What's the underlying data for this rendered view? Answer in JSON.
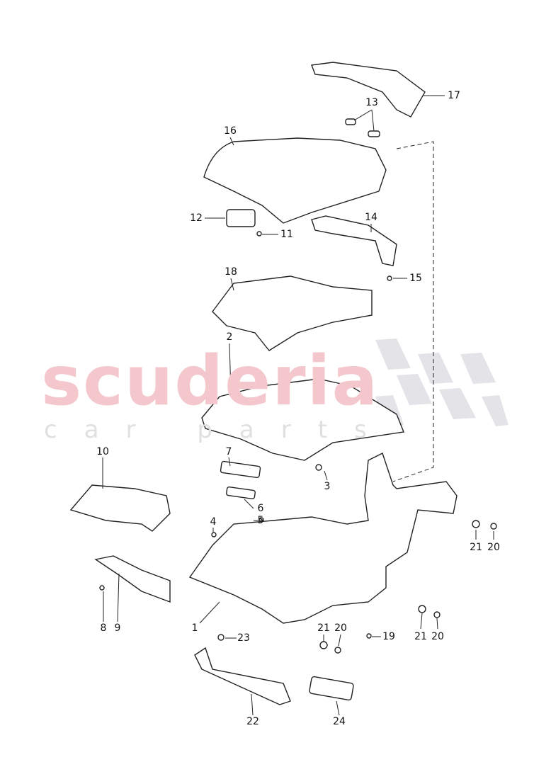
{
  "watermark": {
    "brand": "scuderia",
    "tagline": "car parts",
    "color": "#f3c7cb"
  },
  "labels": [
    {
      "id": "17",
      "text": "17"
    },
    {
      "id": "13",
      "text": "13"
    },
    {
      "id": "16",
      "text": "16"
    },
    {
      "id": "12",
      "text": "12"
    },
    {
      "id": "11",
      "text": "11"
    },
    {
      "id": "14",
      "text": "14"
    },
    {
      "id": "15",
      "text": "15"
    },
    {
      "id": "18",
      "text": "18"
    },
    {
      "id": "2",
      "text": "2"
    },
    {
      "id": "3",
      "text": "3"
    },
    {
      "id": "10",
      "text": "10"
    },
    {
      "id": "7",
      "text": "7"
    },
    {
      "id": "6",
      "text": "6"
    },
    {
      "id": "5",
      "text": "5"
    },
    {
      "id": "4",
      "text": "4"
    },
    {
      "id": "21a",
      "text": "21"
    },
    {
      "id": "20a",
      "text": "20"
    },
    {
      "id": "1",
      "text": "1"
    },
    {
      "id": "8",
      "text": "8"
    },
    {
      "id": "9",
      "text": "9"
    },
    {
      "id": "23",
      "text": "23"
    },
    {
      "id": "21b",
      "text": "21"
    },
    {
      "id": "20b",
      "text": "20"
    },
    {
      "id": "19",
      "text": "19"
    },
    {
      "id": "21c",
      "text": "21"
    },
    {
      "id": "20c",
      "text": "20"
    },
    {
      "id": "22",
      "text": "22"
    },
    {
      "id": "24",
      "text": "24"
    }
  ]
}
